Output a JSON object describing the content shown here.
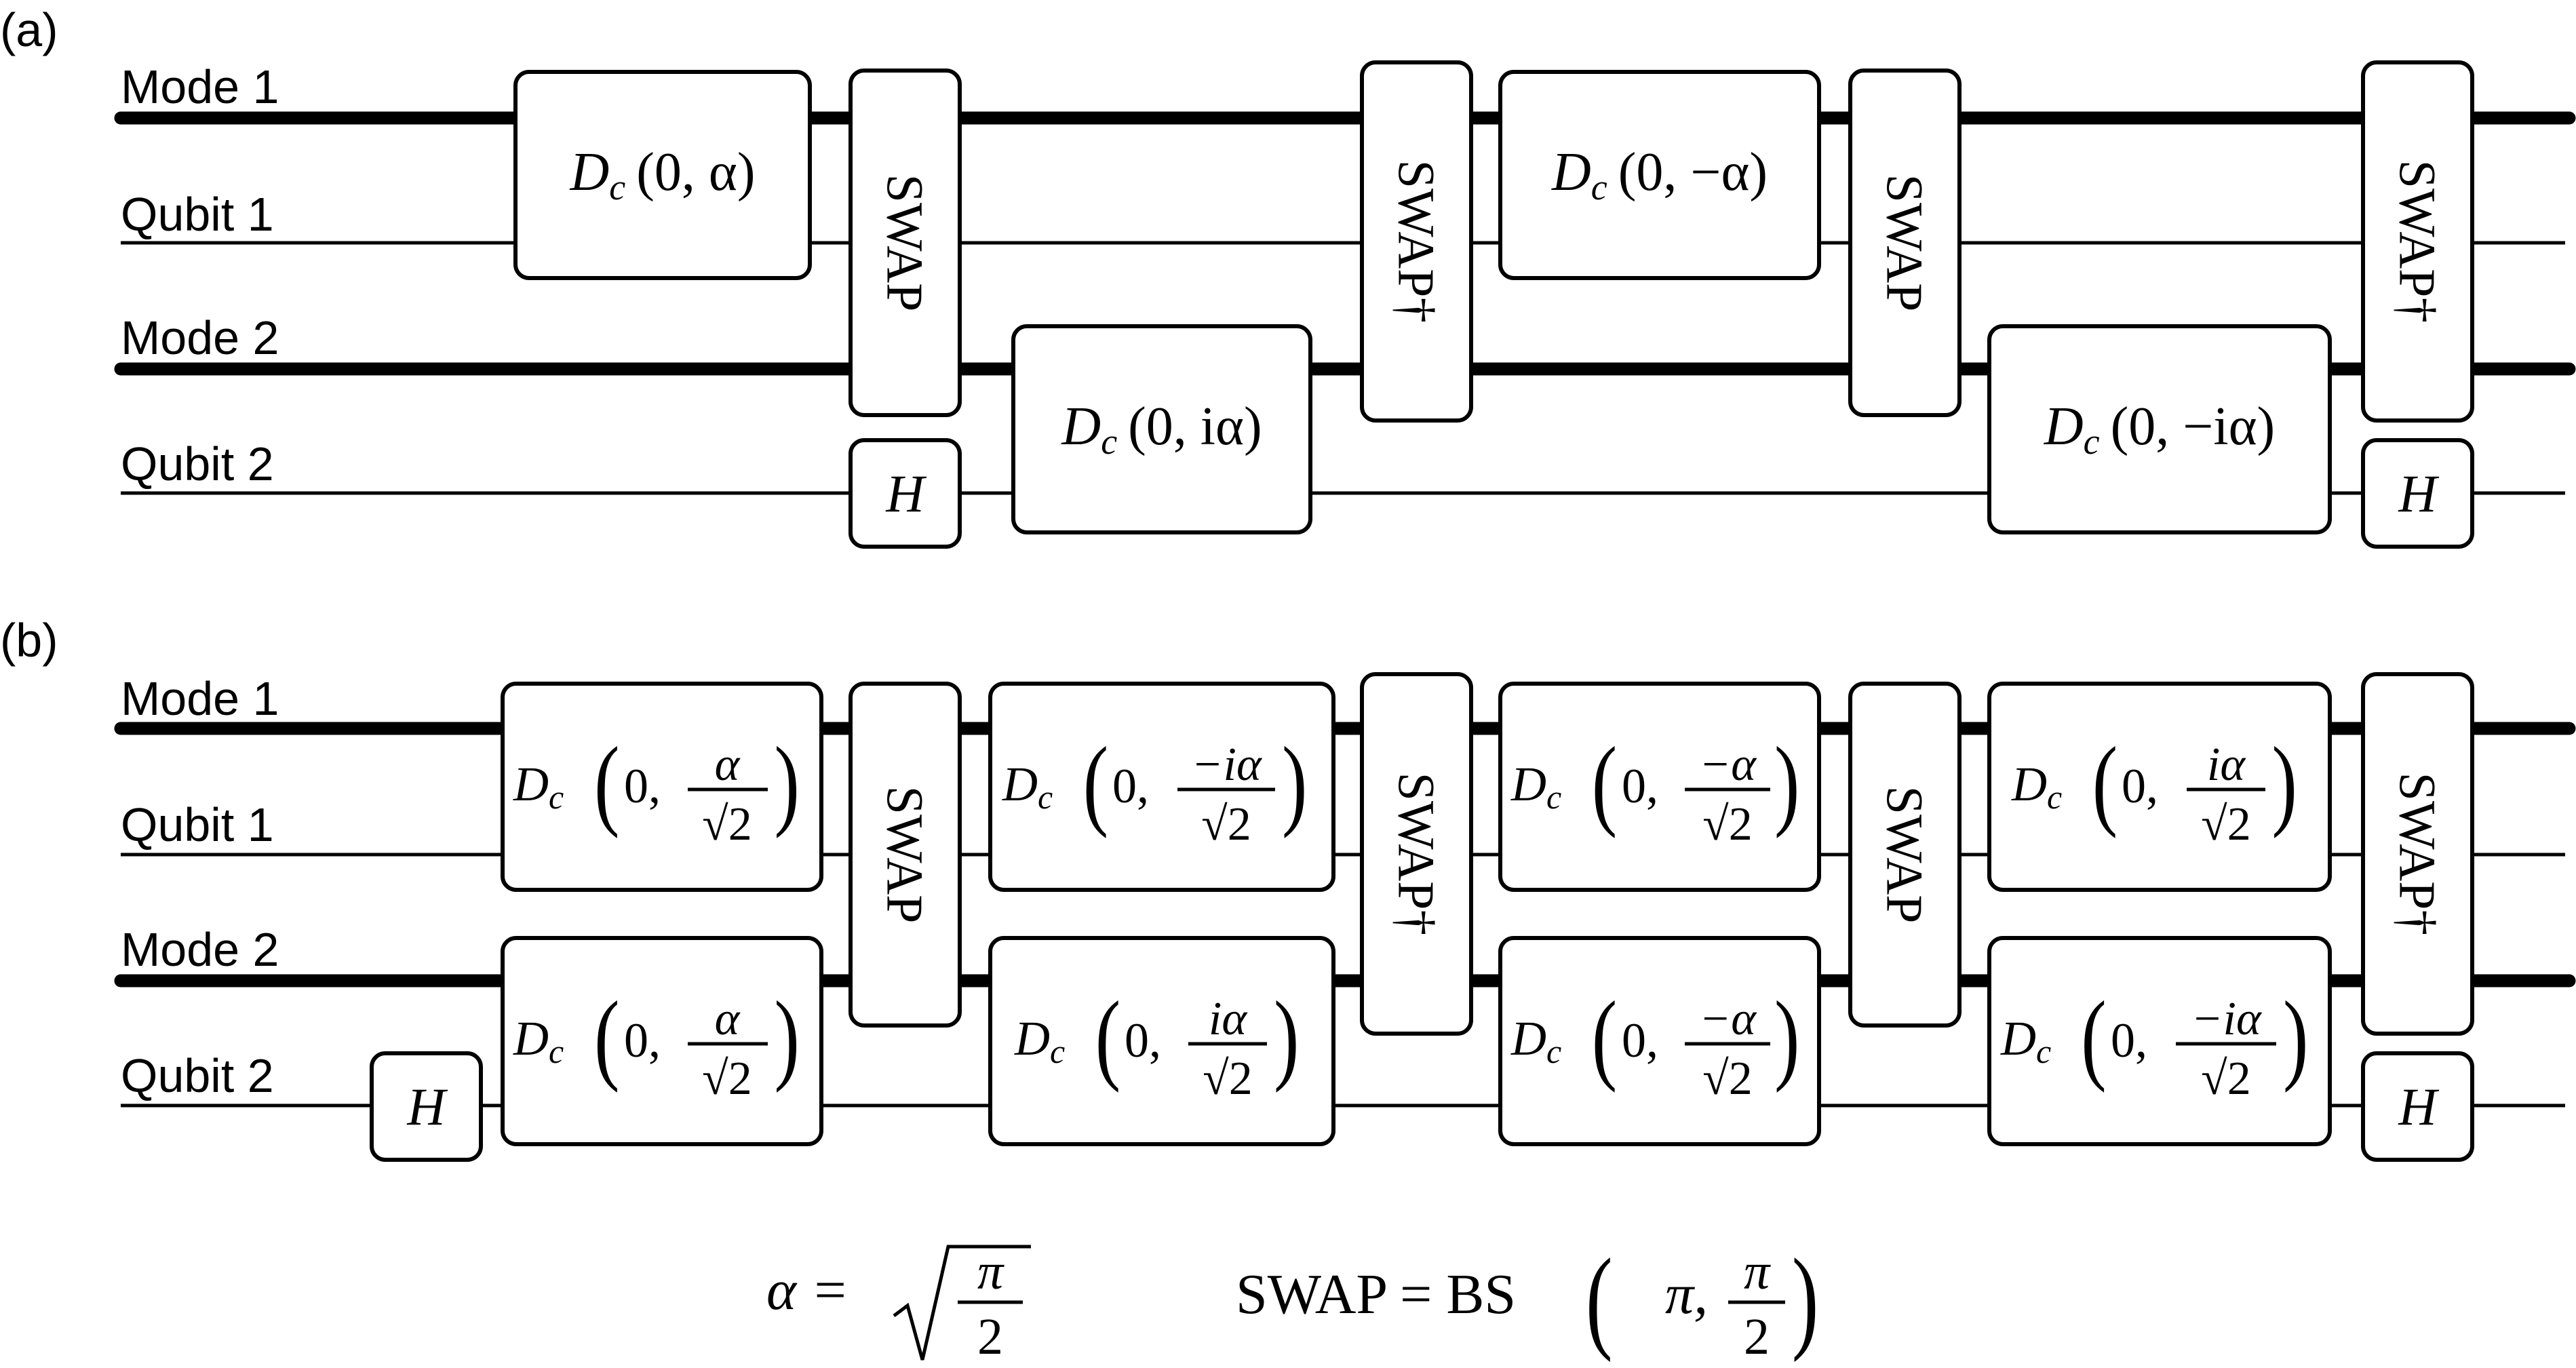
{
  "panels": [
    {
      "tag": "(a)",
      "wires": [
        "Mode 1",
        "Qubit 1",
        "Mode 2",
        "Qubit 2"
      ],
      "gates": [
        {
          "id": "a-dc1",
          "kind": "dc",
          "args": "(0, α)"
        },
        {
          "id": "a-swap1",
          "kind": "swap",
          "text": "SWAP"
        },
        {
          "id": "a-h1",
          "kind": "h",
          "text": "H"
        },
        {
          "id": "a-dc2",
          "kind": "dc",
          "args": "(0, iα)"
        },
        {
          "id": "a-swapdag1",
          "kind": "swap",
          "text": "SWAP†"
        },
        {
          "id": "a-dc3",
          "kind": "dc",
          "args": "(0, −α)"
        },
        {
          "id": "a-swap2",
          "kind": "swap",
          "text": "SWAP"
        },
        {
          "id": "a-dc4",
          "kind": "dc",
          "args": "(0, −iα)"
        },
        {
          "id": "a-swapdag2",
          "kind": "swap",
          "text": "SWAP†"
        },
        {
          "id": "a-h2",
          "kind": "h",
          "text": "H"
        }
      ]
    },
    {
      "tag": "(b)",
      "wires": [
        "Mode 1",
        "Qubit 1",
        "Mode 2",
        "Qubit 2"
      ],
      "gates": [
        {
          "id": "b-h1",
          "kind": "h",
          "text": "H"
        },
        {
          "id": "b-dc1",
          "kind": "dcfrac",
          "num": "α",
          "den": "√2"
        },
        {
          "id": "b-dc2",
          "kind": "dcfrac",
          "num": "α",
          "den": "√2"
        },
        {
          "id": "b-swap1",
          "kind": "swap",
          "text": "SWAP"
        },
        {
          "id": "b-dc3",
          "kind": "dcfrac",
          "num": "−iα",
          "den": "√2"
        },
        {
          "id": "b-dc4",
          "kind": "dcfrac",
          "num": "iα",
          "den": "√2"
        },
        {
          "id": "b-swapdag1",
          "kind": "swap",
          "text": "SWAP†"
        },
        {
          "id": "b-dc5",
          "kind": "dcfrac",
          "num": "−α",
          "den": "√2"
        },
        {
          "id": "b-dc6",
          "kind": "dcfrac",
          "num": "−α",
          "den": "√2"
        },
        {
          "id": "b-swap2",
          "kind": "swap",
          "text": "SWAP"
        },
        {
          "id": "b-dc7",
          "kind": "dcfrac",
          "num": "iα",
          "den": "√2"
        },
        {
          "id": "b-dc8",
          "kind": "dcfrac",
          "num": "−iα",
          "den": "√2"
        },
        {
          "id": "b-swapdag2",
          "kind": "swap",
          "text": "SWAP†"
        },
        {
          "id": "b-h2",
          "kind": "h",
          "text": "H"
        }
      ]
    }
  ],
  "gate_symbol": "D",
  "gate_subscript": "c",
  "gate_arg_prefix": "0,",
  "footer": {
    "alpha_lhs": "α =",
    "alpha_num": "π",
    "alpha_den": "2",
    "swap_lhs": "SWAP = BS",
    "swap_arg1": "π,",
    "swap_num": "π",
    "swap_den": "2"
  }
}
